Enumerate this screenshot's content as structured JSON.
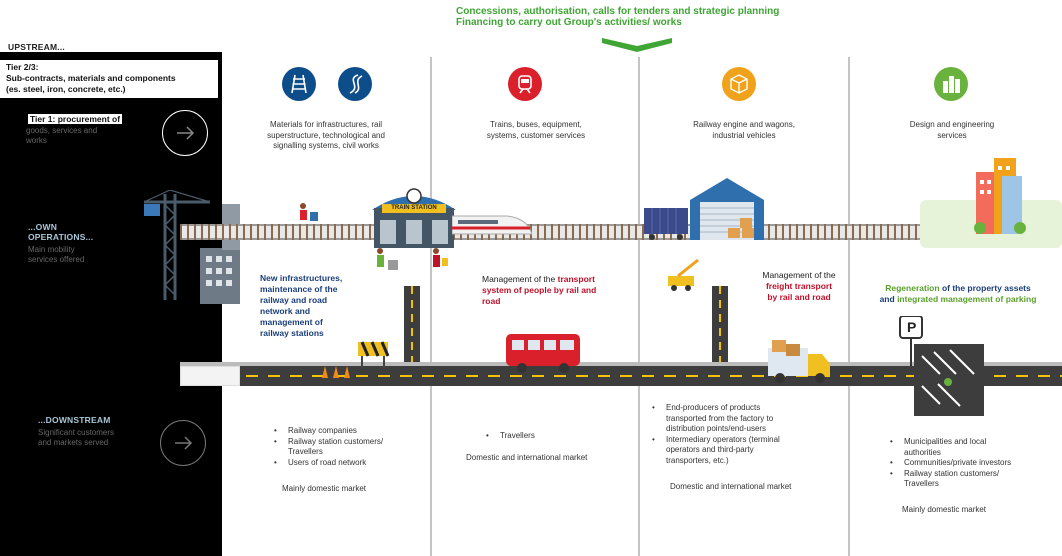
{
  "header": {
    "line1": "Concessions, authorisation, calls for tenders and strategic planning",
    "line2": "Financing to carry out Group's activities/ works"
  },
  "sidebar": {
    "upstream_label": "UPSTREAM...",
    "tier2": [
      "Tier 2/3:",
      "Sub-contracts, materials and components",
      "(es. steel, iron, concrete, etc.)"
    ],
    "tier1_title": "Tier 1: procurement of",
    "tier1_sub": [
      "goods, services and",
      "works"
    ],
    "own_label": "...OWN",
    "own_label2": "OPERATIONS...",
    "own_sub": [
      "Main         mobility",
      "services offered"
    ],
    "downstream_label": "...DOWNSTREAM",
    "downstream_sub": [
      "Significant       customers",
      "and markets served"
    ]
  },
  "columns": [
    {
      "supply": [
        "Materials for infrastructures, rail",
        "superstructure, technological and",
        "signalling systems, civil works"
      ],
      "management": {
        "lines": [
          [
            {
              "t": "New infrastructures,",
              "c": "blue-b"
            }
          ],
          [
            {
              "t": "maintenance of the",
              "c": "blue-b"
            }
          ],
          [
            {
              "t": "railway and road",
              "c": "blue-b"
            }
          ],
          [
            {
              "t": "network",
              "c": "blue-b"
            },
            {
              "t": " and",
              "c": "blue-b"
            }
          ],
          [
            {
              "t": "management of",
              "c": "blue-b"
            }
          ],
          [
            {
              "t": "railway stations",
              "c": "blue-b"
            }
          ]
        ]
      },
      "customers": [
        "Railway companies",
        "Railway station customers/",
        "Travellers",
        "Users of road network"
      ],
      "bullets": [
        true,
        true,
        false,
        true
      ],
      "market": "Mainly domestic market"
    },
    {
      "supply": [
        "Trains, buses, equipment,",
        "systems, customer services"
      ],
      "management": {
        "lines": [
          [
            {
              "t": "Management of the ",
              "c": ""
            },
            {
              "t": "transport",
              "c": "red-b"
            }
          ],
          [
            {
              "t": "system of people by rail and",
              "c": "red-b"
            }
          ],
          [
            {
              "t": "road",
              "c": "red-b"
            }
          ]
        ]
      },
      "customers": [
        "Travellers"
      ],
      "bullets": [
        true
      ],
      "market": "Domestic and international market"
    },
    {
      "supply": [
        "Railway engine and wagons,",
        "industrial vehicles"
      ],
      "management": {
        "lines": [
          [
            {
              "t": "Management of the",
              "c": ""
            }
          ],
          [
            {
              "t": "freight transport",
              "c": "red-b"
            }
          ],
          [
            {
              "t": "by rail and road",
              "c": "red-b"
            }
          ]
        ]
      },
      "customers": [
        "End-producers of products",
        "transported from the factory to",
        "distribution points/end-users",
        "Intermediary operators (terminal",
        "operators and third-party",
        "transporters, etc.)"
      ],
      "bullets": [
        true,
        false,
        false,
        true,
        false,
        false
      ],
      "market": "Domestic and international market"
    },
    {
      "supply": [
        "Design and engineering",
        "services"
      ],
      "management": {
        "lines": [
          [
            {
              "t": "Regeneration",
              "c": "green-b"
            },
            {
              "t": " of the property assets",
              "c": "blue-b"
            }
          ],
          [
            {
              "t": "and ",
              "c": "blue-b"
            },
            {
              "t": "integrated management of parking",
              "c": "green-b"
            }
          ]
        ]
      },
      "customers": [
        "Municipalities and local",
        "authorities",
        "Communities/private investors",
        "Railway station customers/",
        "Travellers"
      ],
      "bullets": [
        true,
        false,
        true,
        true,
        false
      ],
      "market": "Mainly domestic market"
    }
  ],
  "train_station_sign": "TRAIN STATION",
  "parking_sign": "P",
  "colors": {
    "header_green": "#3fa535",
    "navy": "#1a3e7a",
    "red": "#c0102a",
    "green": "#5aa02c",
    "icon_blue": "#0d4d8a",
    "icon_red": "#d9202b",
    "icon_orange": "#f0a21a",
    "icon_green": "#6ab23e"
  },
  "icons": [
    "railway-track-icon",
    "road-icon",
    "train-icon",
    "cargo-box-icon",
    "buildings-icon"
  ]
}
